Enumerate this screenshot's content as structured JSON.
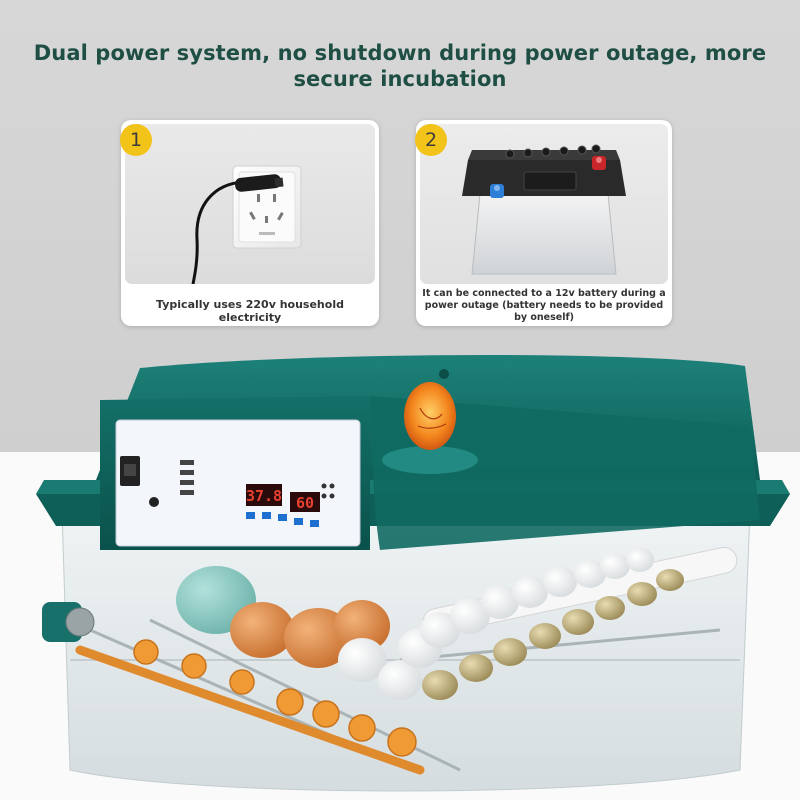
{
  "headline": "Dual power system, no shutdown during power outage, more secure incubation",
  "cards": [
    {
      "badge": "1",
      "caption": "Typically uses 220v household electricity",
      "icon": "wall-socket-plug"
    },
    {
      "badge": "2",
      "caption": "It can be connected to a 12v battery during a power outage (battery needs to be provided by oneself)",
      "icon": "car-battery"
    }
  ],
  "incubator": {
    "display_temp": "37.8",
    "display_humidity": "60",
    "colors": {
      "lid": "#0f6b63",
      "display": "#e8412f",
      "egg_light": "#f58a1e"
    }
  },
  "colors": {
    "headline": "#1e4e44",
    "badge": "#f2c318",
    "background_top": "#d3d3d3"
  }
}
